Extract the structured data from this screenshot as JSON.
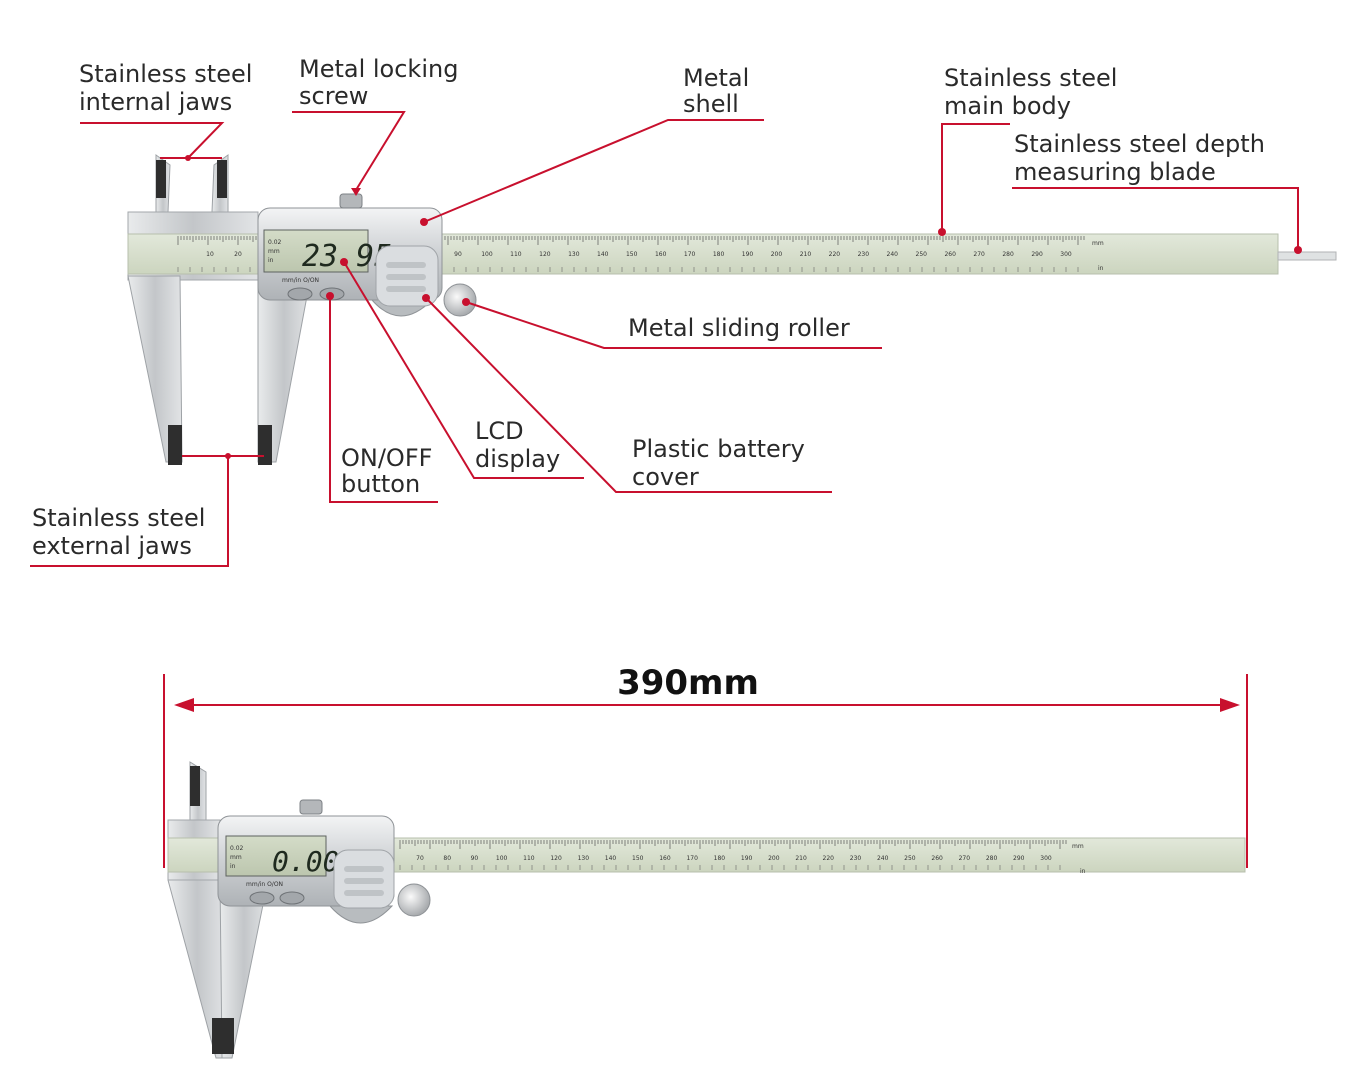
{
  "labels": {
    "internal_jaws": [
      "Stainless steel",
      "internal jaws"
    ],
    "locking_screw": [
      "Metal locking",
      "screw"
    ],
    "metal_shell": [
      "Metal",
      "shell"
    ],
    "main_body": [
      "Stainless steel",
      "main body"
    ],
    "depth_blade": [
      "Stainless steel depth",
      "measuring blade"
    ],
    "sliding_roller": [
      "Metal sliding roller"
    ],
    "lcd_display": [
      "LCD",
      "display"
    ],
    "onoff_button": [
      "ON/OFF",
      "button"
    ],
    "battery_cover": [
      "Plastic battery",
      "cover"
    ],
    "external_jaws": [
      "Stainless steel",
      "external jaws"
    ]
  },
  "caliper_top": {
    "reading": "23.95",
    "lcd_side": [
      "0.02",
      "mm",
      "in"
    ],
    "button_text": "mm/in  O/ON"
  },
  "caliper_bottom": {
    "reading": "0.00",
    "lcd_side": [
      "0.02",
      "mm",
      "in"
    ],
    "button_text": "mm/in  O/ON"
  },
  "dimension": {
    "label": "390mm"
  },
  "scale": {
    "unit_mm": "mm",
    "unit_in": "in",
    "top_numbers": [
      "10",
      "20",
      "90",
      "100",
      "110",
      "120",
      "130",
      "140",
      "150",
      "160",
      "170",
      "180",
      "190",
      "200",
      "210",
      "220",
      "230",
      "240",
      "250",
      "260",
      "270",
      "280",
      "290",
      "300"
    ],
    "bottom_numbers": [
      "70",
      "80",
      "90",
      "100",
      "110",
      "120",
      "130",
      "140",
      "150",
      "160",
      "170",
      "180",
      "190",
      "200",
      "210",
      "220",
      "230",
      "240",
      "250",
      "260",
      "270",
      "280",
      "290",
      "300"
    ]
  },
  "colors": {
    "leader": "#c8102e",
    "scale_bg": "#d3dcc7",
    "steel": "#c9cccf",
    "lcd_bg": "#c9d2bd"
  }
}
